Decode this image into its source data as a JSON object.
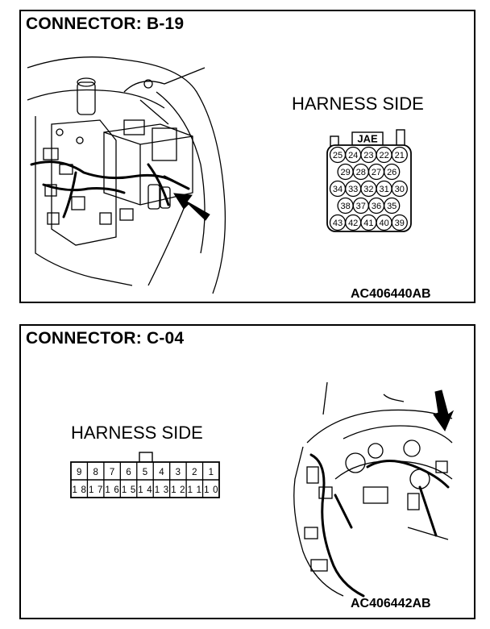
{
  "connectors": [
    {
      "title": "CONNECTOR: B-19",
      "harness_label": "HARNESS SIDE",
      "connector_type": "JAE",
      "pin_rows": [
        [
          "25",
          "24",
          "23",
          "22",
          "21"
        ],
        [
          "29",
          "28",
          "27",
          "26"
        ],
        [
          "34",
          "33",
          "32",
          "31",
          "30"
        ],
        [
          "38",
          "37",
          "36",
          "35"
        ],
        [
          "43",
          "42",
          "41",
          "40",
          "39"
        ]
      ],
      "figure_code": "AC406440AB",
      "locator_image": "engine-compartment-harness-drawing"
    },
    {
      "title": "CONNECTOR: C-04",
      "harness_label": "HARNESS SIDE",
      "pin_rows": [
        [
          "9",
          "8",
          "7",
          "6",
          "5",
          "4",
          "3",
          "2",
          "1"
        ],
        [
          "18",
          "17",
          "16",
          "15",
          "14",
          "13",
          "12",
          "11",
          "10"
        ]
      ],
      "figure_code": "AC406442AB",
      "locator_image": "dashboard-harness-drawing"
    }
  ]
}
